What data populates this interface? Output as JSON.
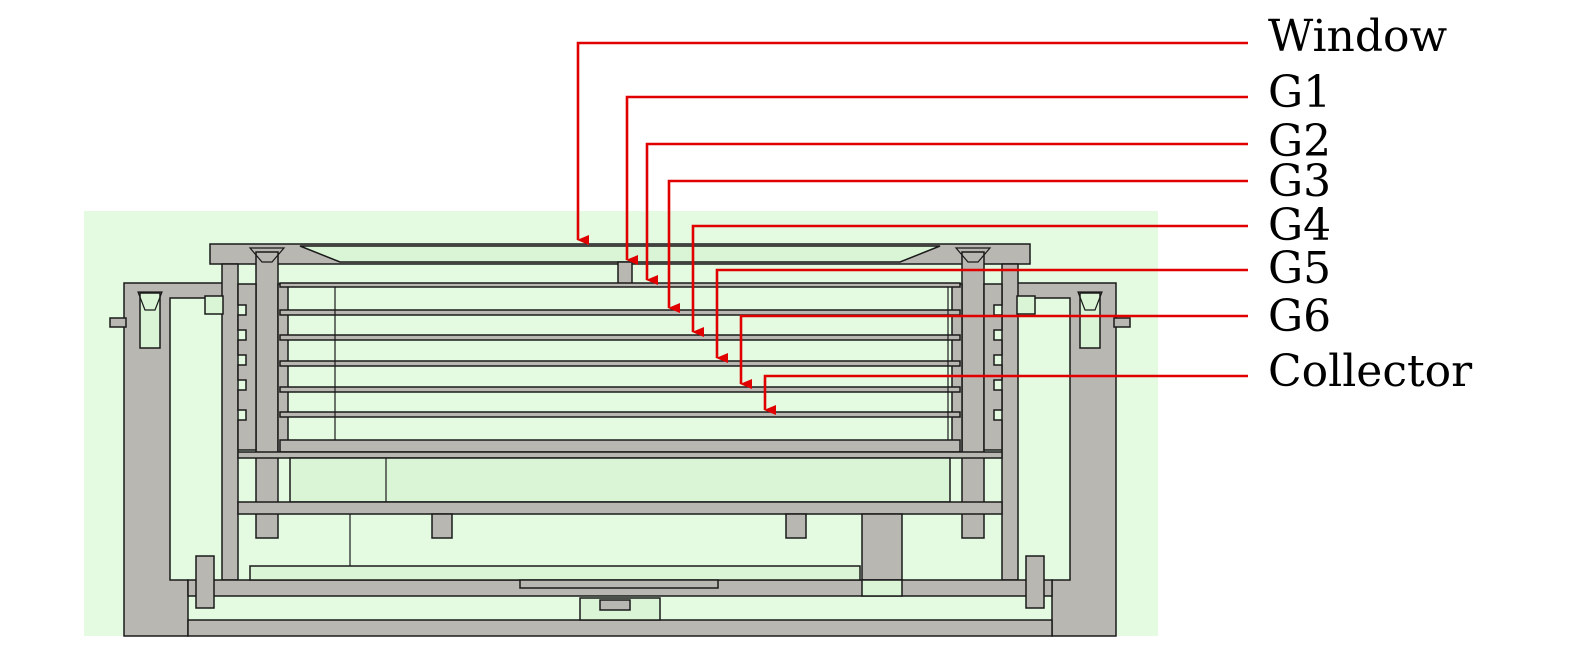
{
  "colors": {
    "background": "#ffffff",
    "section_fill": "#e4fbe1",
    "metal": "#b9b7b1",
    "leader": "#e00000"
  },
  "labels": [
    {
      "id": "window",
      "text": "Window"
    },
    {
      "id": "g1",
      "text": "G1"
    },
    {
      "id": "g2",
      "text": "G2"
    },
    {
      "id": "g3",
      "text": "G3"
    },
    {
      "id": "g4",
      "text": "G4"
    },
    {
      "id": "g5",
      "text": "G5"
    },
    {
      "id": "g6",
      "text": "G6"
    },
    {
      "id": "collector",
      "text": "Collector"
    }
  ]
}
